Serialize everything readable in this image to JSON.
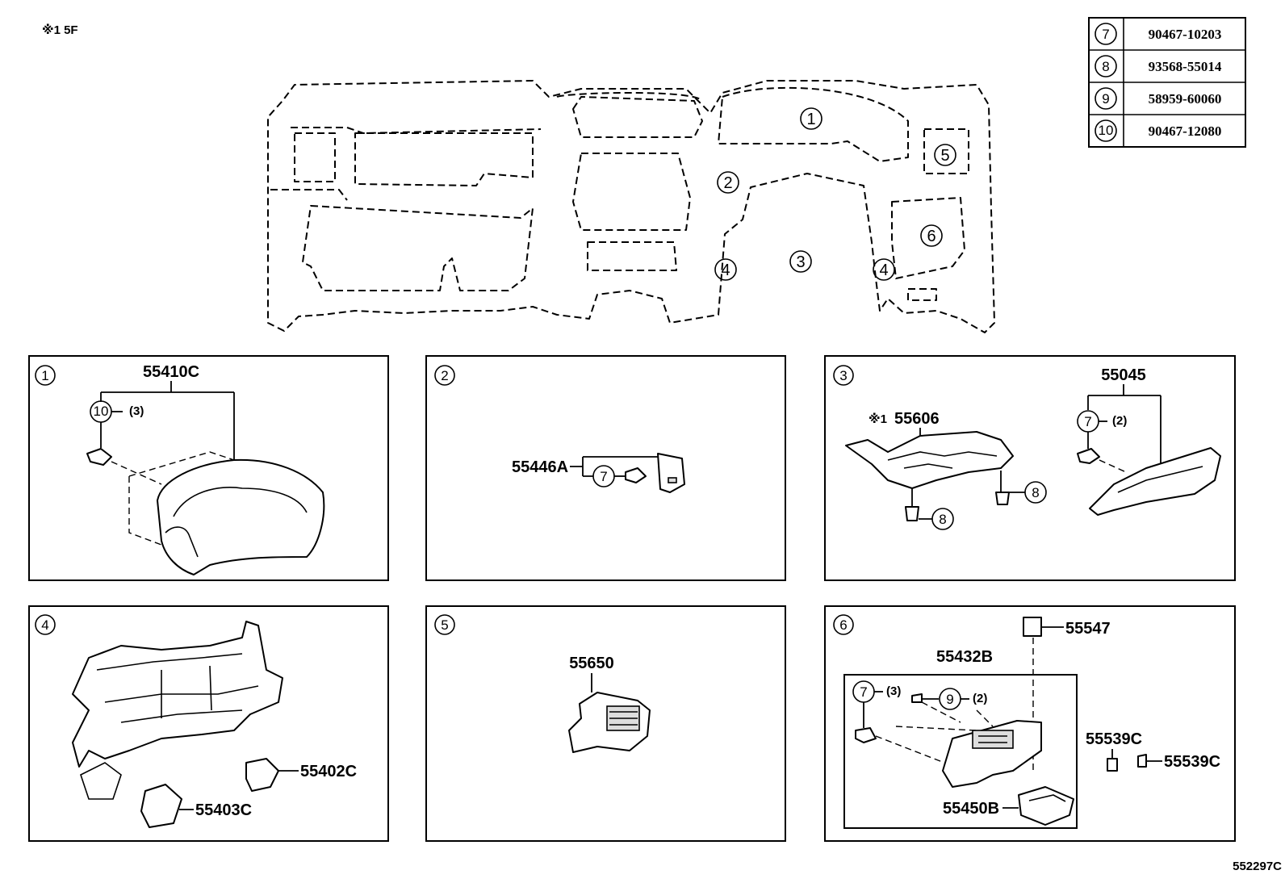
{
  "header": {
    "note": "※1 5F"
  },
  "footer": {
    "figure_code": "552297C"
  },
  "parts_table": [
    {
      "index": "7",
      "part_no": "90467-10203"
    },
    {
      "index": "8",
      "part_no": "93568-55014"
    },
    {
      "index": "9",
      "part_no": "58959-60060"
    },
    {
      "index": "10",
      "part_no": "90467-12080"
    }
  ],
  "overview": {
    "markers": [
      "1",
      "2",
      "3",
      "4",
      "4",
      "5",
      "6"
    ]
  },
  "panels": {
    "p1": {
      "index": "1",
      "part": "55410C",
      "fastener": "10",
      "qty": "(3)"
    },
    "p2": {
      "index": "2",
      "part": "55446A",
      "fastener": "7"
    },
    "p3": {
      "index": "3",
      "part_a_prefix": "※1",
      "part_a": "55606",
      "part_b": "55045",
      "fastener_a": "8",
      "fastener_b": "8",
      "fastener_c": "7",
      "qty_c": "(2)"
    },
    "p4": {
      "index": "4",
      "part_a": "55402C",
      "part_b": "55403C"
    },
    "p5": {
      "index": "5",
      "part": "55650"
    },
    "p6": {
      "index": "6",
      "part_assy": "55432B",
      "part_cover": "55547",
      "part_box": "55450B",
      "part_clip_a": "55539C",
      "part_clip_b": "55539C",
      "fastener_a": "7",
      "qty_a": "(3)",
      "fastener_b": "9",
      "qty_b": "(2)"
    }
  }
}
